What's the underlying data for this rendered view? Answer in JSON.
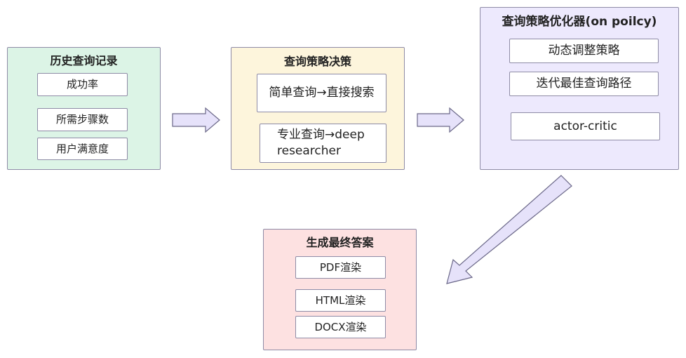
{
  "groups": {
    "history": {
      "title": "历史查询记录",
      "items": [
        "成功率",
        "所需步骤数",
        "用户满意度"
      ]
    },
    "decision": {
      "title": "查询策略决策",
      "items": [
        "简单查询→直接搜索",
        "专业查询→deep researcher"
      ]
    },
    "optimizer": {
      "title": "查询策略优化器(on poilcy)",
      "items": [
        "动态调整策略",
        "迭代最佳查询路径",
        "actor-critic"
      ]
    },
    "final": {
      "title": "生成最终答案",
      "items": [
        "PDF渲染",
        "HTML渲染",
        "DOCX渲染"
      ]
    }
  },
  "colors": {
    "history_bg": "#dcf4e6",
    "decision_bg": "#fdf5dc",
    "optimizer_bg": "#ede9fd",
    "final_bg": "#fde1e1",
    "arrow_fill": "#e6e2fa",
    "border": "#8e8ba6"
  }
}
